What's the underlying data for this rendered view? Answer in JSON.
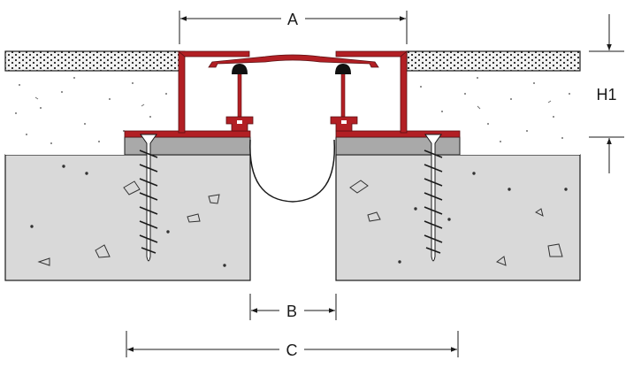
{
  "dimensions": {
    "a_label": "A",
    "b_label": "B",
    "c_label": "C",
    "h1_label": "H1"
  },
  "colors": {
    "profile_red": "#b21f24",
    "concrete": "#d9d9d9",
    "screed": "#ffffff",
    "screed_speckle": "#6f6f6f",
    "tile_layer": "#f2f2f2",
    "bedding_grey": "#a9a9a9",
    "line": "#1a1a1a",
    "seal_black": "#111111",
    "screw": "#ffffff"
  }
}
